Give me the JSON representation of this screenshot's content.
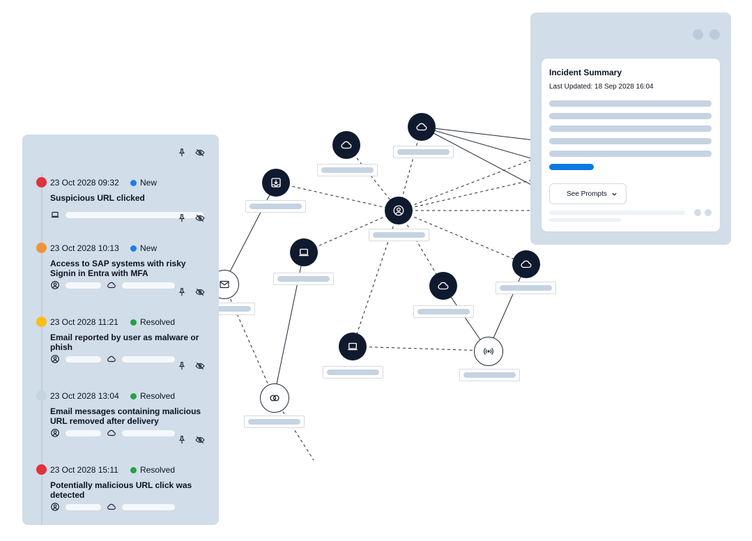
{
  "graph": {
    "nodes": [
      {
        "id": "cloud-top",
        "icon": "cloud-icon",
        "style": "dark"
      },
      {
        "id": "cloud-upper",
        "icon": "cloud-icon",
        "style": "dark"
      },
      {
        "id": "inbox",
        "icon": "inbox-download-icon",
        "style": "dark"
      },
      {
        "id": "user-hub",
        "icon": "user-icon",
        "style": "dark"
      },
      {
        "id": "laptop-mid",
        "icon": "laptop-icon",
        "style": "dark"
      },
      {
        "id": "email",
        "icon": "envelope-icon",
        "style": "light"
      },
      {
        "id": "cloud-mid",
        "icon": "cloud-icon",
        "style": "dark"
      },
      {
        "id": "cloud-right",
        "icon": "cloud-icon",
        "style": "dark"
      },
      {
        "id": "laptop-low",
        "icon": "laptop-icon",
        "style": "dark"
      },
      {
        "id": "signal",
        "icon": "broadcast-signal-icon",
        "style": "light"
      },
      {
        "id": "rings",
        "icon": "linked-rings-icon",
        "style": "light"
      }
    ]
  },
  "incidents": [
    {
      "date": "23 Oct 2028 09:32",
      "status": "New",
      "title": "Suspicious URL clicked",
      "severity_color": "#e0323c",
      "status_color": "#1a7fe6",
      "entities": [
        "laptop-icon"
      ]
    },
    {
      "date": "23 Oct 2028 10:13",
      "status": "New",
      "title": "Access to SAP systems with risky Signin in Entra with MFA",
      "severity_color": "#f0923a",
      "status_color": "#1a7fe6",
      "entities": [
        "user-icon",
        "cloud-icon"
      ]
    },
    {
      "date": "23 Oct 2028 11:21",
      "status": "Resolved",
      "title": "Email reported by user as malware or phish",
      "severity_color": "#fbbf15",
      "status_color": "#22a249",
      "entities": [
        "user-icon",
        "cloud-icon"
      ]
    },
    {
      "date": "23 Oct 2028 13:04",
      "status": "Resolved",
      "title": "Email messages containing malicious URL removed after delivery",
      "severity_color": "#c5d3e2",
      "status_color": "#22a249",
      "entities": [
        "user-icon",
        "cloud-icon"
      ]
    },
    {
      "date": "23 Oct 2028 15:11",
      "status": "Resolved",
      "title": "Potentially malicious URL click was detected",
      "severity_color": "#e0323c",
      "status_color": "#22a249",
      "entities": [
        "user-icon",
        "cloud-icon"
      ]
    }
  ],
  "summary": {
    "title": "Incident Summary",
    "last_updated": "Last Updated: 18 Sep 2028 16:04",
    "prompts_button": "See Prompts",
    "accent": "#0b79e3"
  }
}
